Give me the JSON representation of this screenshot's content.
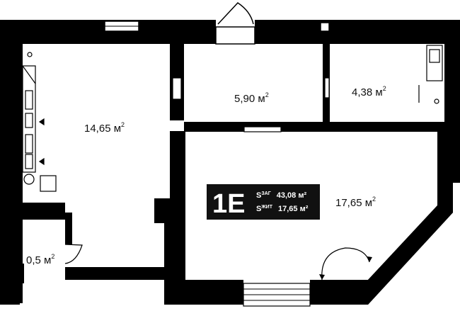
{
  "apartment": {
    "unit_code": "1E",
    "total_area_label": "S",
    "total_area_sub": "ЗАГ",
    "total_area_value": "43,08 м²",
    "living_area_label": "S",
    "living_area_sub": "ЖИТ",
    "living_area_value": "17,65 м²",
    "colors": {
      "wall": "#000000",
      "badge_bg": "#111111",
      "badge_text": "#ffffff",
      "background": "#ffffff"
    }
  },
  "rooms": [
    {
      "id": "kitchen",
      "area": "14,65",
      "unit": "м",
      "exp": "2"
    },
    {
      "id": "room-a",
      "area": "5,90",
      "unit": "м",
      "exp": "2"
    },
    {
      "id": "bathroom",
      "area": "4,38",
      "unit": "м",
      "exp": "2"
    },
    {
      "id": "living",
      "area": "17,65",
      "unit": "м",
      "exp": "2"
    },
    {
      "id": "closet",
      "area": "0,5",
      "unit": "м",
      "exp": "2"
    }
  ]
}
